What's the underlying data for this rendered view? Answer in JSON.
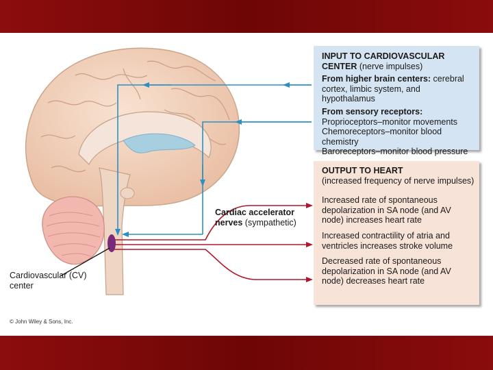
{
  "input_panel": {
    "title_bold": "INPUT TO CARDIOVASCULAR CENTER",
    "title_rest": "(nerve impulses)",
    "higher_heading": "From higher brain centers:",
    "higher_text": "cerebral cortex, limbic system, and hypothalamus",
    "sensory_heading": "From sensory receptors:",
    "sensory_items": [
      "Proprioceptors–monitor movements",
      "Chemoreceptors–monitor blood chemistry",
      "Baroreceptors–monitor blood pressure"
    ]
  },
  "output_panel": {
    "title": "OUTPUT TO HEART",
    "subtitle": "(increased frequency of nerve impulses)",
    "items": [
      "Increased rate of spontaneous depolarization in SA node (and AV node) increases heart rate",
      "Increased contractility of atria and ventricles increases stroke volume",
      "Decreased rate of spontaneous depolarization in SA node (and AV node) decreases heart rate"
    ]
  },
  "labels": {
    "cardiac_bold": "Cardiac accelerator nerves",
    "cardiac_rest": "(sympathetic)",
    "cv_center": "Cardiovascular (CV) center",
    "copyright": "© John Wiley & Sons, Inc."
  },
  "colors": {
    "band": "#7a0808",
    "input_bg": "#d5e4f2",
    "output_bg": "#f7e3d8",
    "input_arrow": "#2b8fc4",
    "output_arrow": "#b3162c",
    "cv_center": "#7a2a7a",
    "brain": "#f1d2bc",
    "cerebellum": "#f2b8b0",
    "ventricle": "#a8cfe0"
  }
}
